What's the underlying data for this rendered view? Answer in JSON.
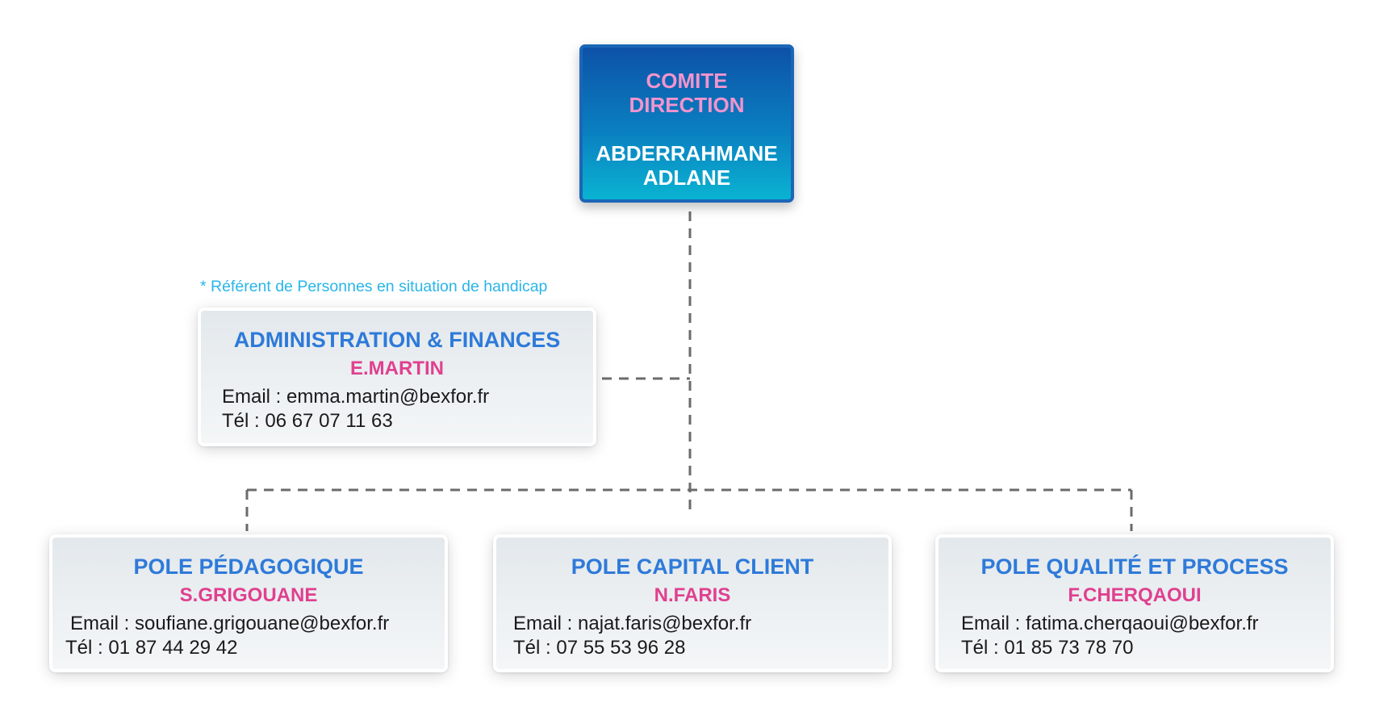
{
  "director": {
    "role_line1": "COMITE",
    "role_line2": "DIRECTION",
    "name_line1": "ABDERRAHMANE",
    "name_line2": "ADLANE"
  },
  "handicap_note": "* Référent de Personnes en situation de handicap",
  "departments": [
    {
      "title": "ADMINISTRATION & FINANCES",
      "head": "E.MARTIN",
      "email": "Email : emma.martin@bexfor.fr",
      "phone": "Tél : 06 67 07 11 63"
    },
    {
      "title": "POLE PÉDAGOGIQUE",
      "head": "S.GRIGOUANE",
      "email": "Email : soufiane.grigouane@bexfor.fr",
      "phone": "Tél : 01 87 44 29 42"
    },
    {
      "title": "POLE CAPITAL CLIENT",
      "head": "N.FARIS",
      "email": "Email : najat.faris@bexfor.fr",
      "phone": "Tél : 07 55 53 96 28"
    },
    {
      "title": "POLE QUALITÉ ET PROCESS",
      "head": "F.CHERQAOUI",
      "email": "Email : fatima.cherqaoui@bexfor.fr",
      "phone": "Tél : 01 85 73 78 70"
    }
  ],
  "colors": {
    "director_gradient_top": "#0d52a8",
    "director_gradient_bottom": "#0ab3d2",
    "director_role": "#f294cd",
    "department_title": "#2e7ad9",
    "department_head": "#e0408f",
    "note": "#29b5e8",
    "connector": "#6b6b6b"
  }
}
